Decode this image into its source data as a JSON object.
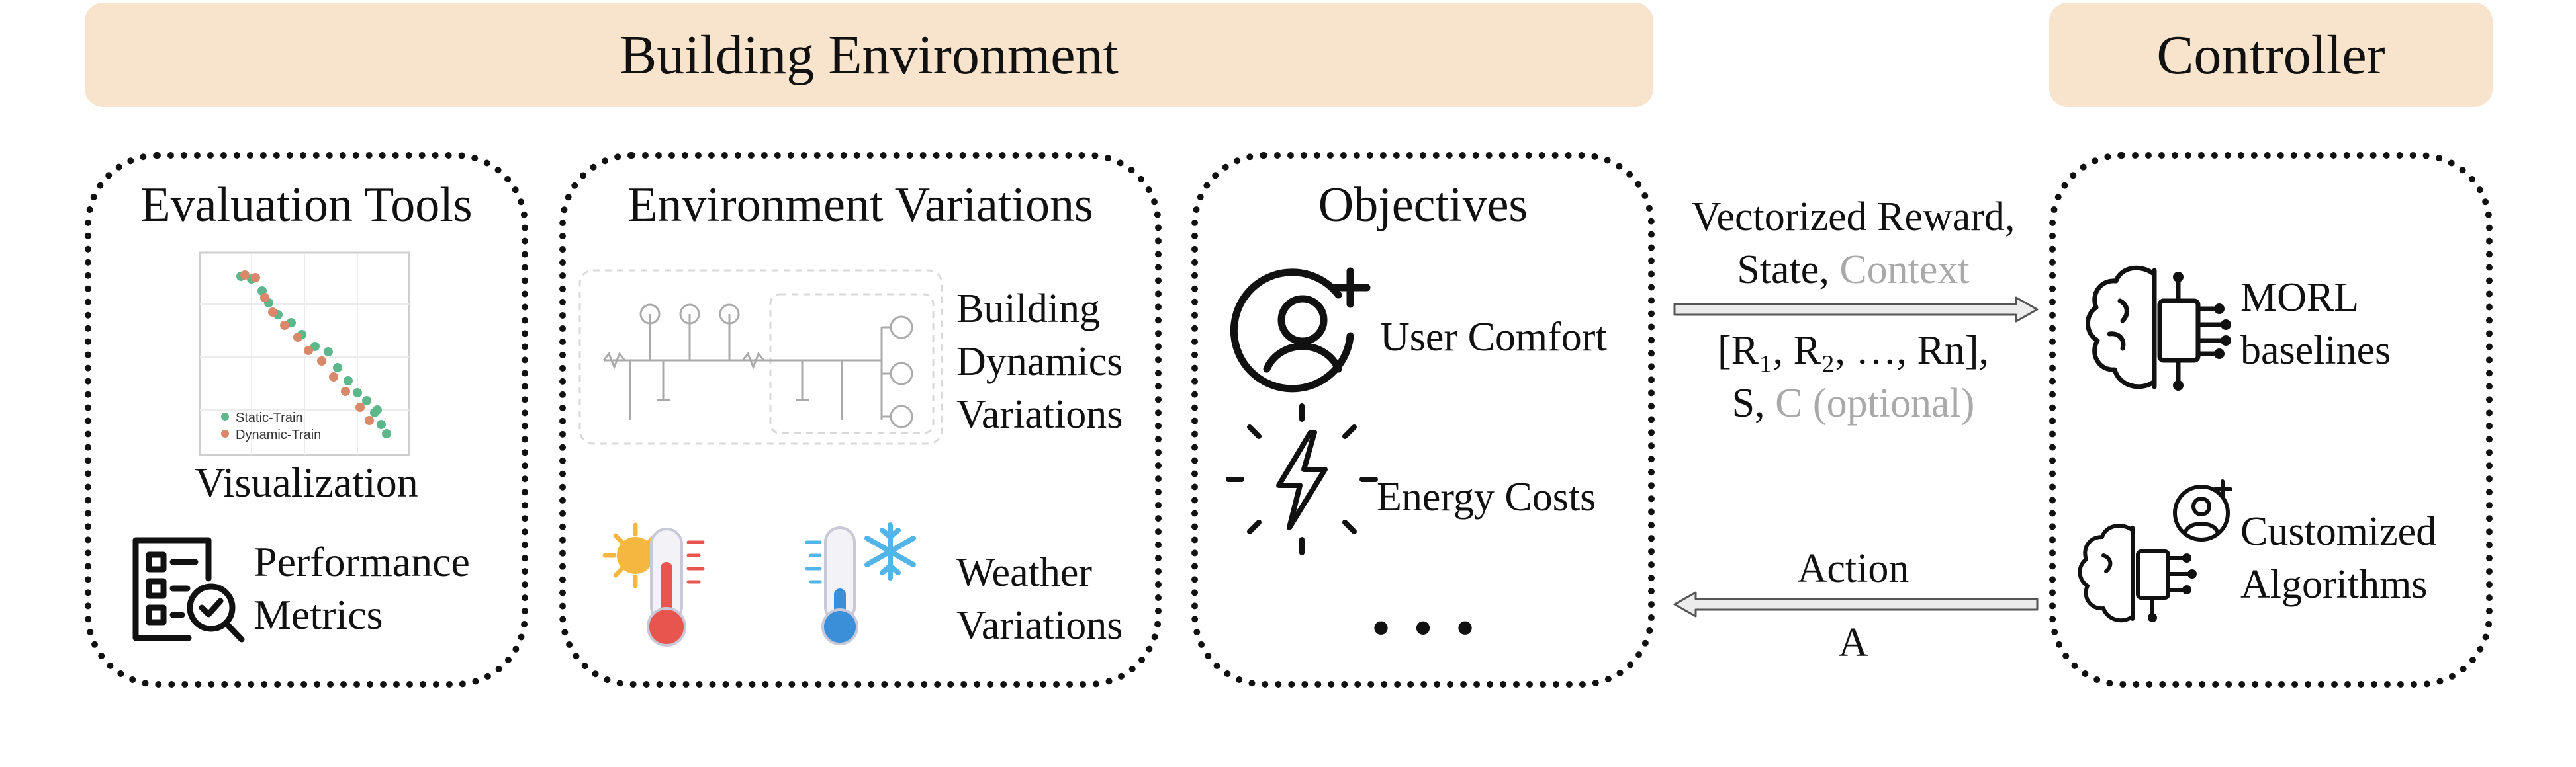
{
  "headers": {
    "building_environment": "Building Environment",
    "controller": "Controller"
  },
  "evaluation_tools": {
    "title": "Evaluation Tools",
    "plot_legend": [
      "Static-Train",
      "Dynamic-Train"
    ],
    "visualization_label": "Visualization",
    "performance_line1": "Performance",
    "performance_line2": "Metrics"
  },
  "environment_variations": {
    "title": "Environment Variations",
    "building_line1": "Building",
    "building_line2": "Dynamics",
    "building_line3": "Variations",
    "weather_line1": "Weather",
    "weather_line2": "Variations"
  },
  "objectives": {
    "title": "Objectives",
    "user_comfort": "User Comfort",
    "energy_costs": "Energy Costs",
    "more": "• • •"
  },
  "interface": {
    "reward_line1": "Vectorized Reward,",
    "reward_line2_a": "State, ",
    "reward_line2_b": "Context",
    "vector_line1": "[R₁, R₂, …, Rn],",
    "vector_line2_a": "S, ",
    "vector_line2_b": "C (optional)",
    "action_label": "Action",
    "action_symbol": "A"
  },
  "controller": {
    "morl_line1": "MORL",
    "morl_line2": "baselines",
    "custom_line1": "Customized",
    "custom_line2": "Algorithms"
  },
  "colors": {
    "banner": "#f8e3cc",
    "static_train": "#5cb88a",
    "dynamic_train": "#d9896a",
    "sun": "#f4b740",
    "thermo_hot": "#e8554e",
    "thermo_cold": "#3a8fd8",
    "snow": "#52b4e8",
    "muted_text": "#a9a9a9"
  },
  "icons": [
    "checklist-search-icon",
    "user-plus-icon",
    "lightning-icon",
    "ai-brain-chip-icon",
    "ai-brain-user-icon",
    "sun-thermometer-icon",
    "snow-thermometer-icon"
  ]
}
